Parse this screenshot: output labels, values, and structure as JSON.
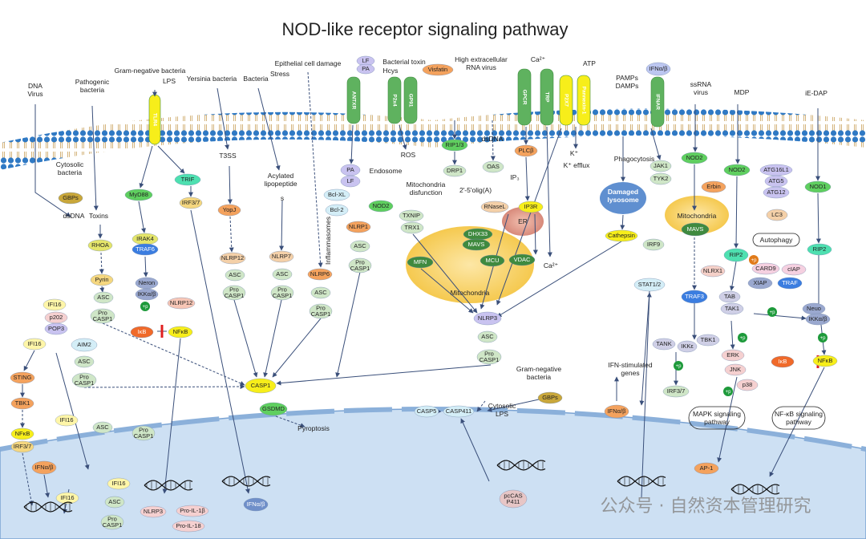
{
  "title": "NOD-like receptor signaling pathway",
  "watermark": "公众号 · 自然资本管理研究",
  "colors": {
    "membrane": "#2f79c4",
    "receptor_green": "#5fb25f",
    "yellow": "#f7ee1a",
    "orange": "#f4a25d",
    "mito": "#f9d36a",
    "nucleus": "#cde0f3",
    "inhibit": "#e02020"
  },
  "stimuli": {
    "dna_virus": "DNA\nVirus",
    "pathogenic_bacteria": "Pathogenic\nbacteria",
    "gram_neg": "Gram-negative bacteria",
    "lps": "LPS",
    "yersinia": "Yersinia bacteria",
    "bacteria": "Bacteria",
    "epithelial": "Epithelial cell damage",
    "stress": "Stress",
    "bacterial_toxin": "Bacterial toxin",
    "hcys": "Hcys",
    "high_rna": "High extracellular\nRNA virus",
    "ca": "Ca²⁺",
    "atp": "ATP",
    "pamps": "PAMPs\nDAMPs",
    "ssrna": "ssRNA\nvirus",
    "mdp": "MDP",
    "iedap": "iE-DAP",
    "cytosolic_bacteria": "Cytosolic\nbacteria",
    "gram_neg2": "Gram-negative\nbacteria",
    "cytosolic_lps": "Cytosolic\nLPS",
    "k_efflux": "K⁺ efflux",
    "k": "K⁺",
    "phagocytosis": "Phagocytosis",
    "ros": "ROS",
    "endosome": "Endosome",
    "mito_dys": "Mitochondria\ndisfunction",
    "dsdna": "dsDNA",
    "dsdna2": "dsDNA",
    "toxins": "Toxins",
    "t3ss": "T3SS",
    "acylated": "Acylated\nlipopeptide",
    "s": "s",
    "inflammasomes": "Inflammasomes",
    "oligo": "2'-5'olig(A)",
    "ip3": "IP₃",
    "pyroptosis": "Pyroptosis",
    "ifn_genes": "IFN-stimulated\ngenes",
    "mapk": "MAPK signaling\npathway",
    "nfkb_path": "NF-κB signaling\npathway",
    "autophagy": "Autophagy",
    "mitochondria": "Mitochondria",
    "mitochondria2": "Mitochondria",
    "er": "ER",
    "damaged_lysosome": "Damaged\nlysosome",
    "ca_mito": "Ca²⁺"
  },
  "receptors": [
    "TLR4",
    "ANTXR",
    "P2x4",
    "GP91",
    "GPCR",
    "TRP",
    "P2X7",
    "Pannexin-1",
    "IFNAR"
  ],
  "nodes": {
    "lf": "LF",
    "pa": "PA",
    "visfatin": "Visfatin",
    "ifnab_top": "IFNα/β",
    "gbps": "GBPs",
    "rhoa": "RHOA",
    "pyrin": "Pyrin",
    "asc1": "ASC",
    "procasp1a": "Pro\nCASP1",
    "myd88": "MyD88",
    "trif": "TRIF",
    "irak4": "IRAK4",
    "traf6": "TRAF6",
    "neron": "Neron",
    "ikkab": "IKKα/β",
    "nlrp12b": "NLRP12",
    "ikb": "IκB",
    "nfkb": "NFκB",
    "irf37": "IRF3/7",
    "yopj": "YopJ",
    "nlrp12": "NLRP12",
    "asc2": "ASC",
    "procasp1b": "Pro\nCASP1",
    "nlrp7": "NLRP7",
    "asc3": "ASC",
    "procasp1c": "Pro\nCASP1",
    "nlrp6": "NLRP6",
    "asc4": "ASC",
    "procasp1d": "Pro\nCASP1",
    "pa2": "PA",
    "lf2": "LF",
    "bclxl": "Bcl-XL",
    "bcl2": "Bcl-2",
    "nod2a": "NOD2",
    "nlrp1": "NLRP1",
    "asc5": "ASC",
    "procasp1e": "Pro\nCASP1",
    "txnip": "TXNIP",
    "trx1": "TRX1",
    "rip13": "RIP1/3",
    "drp1": "DRP1",
    "oas": "OAS",
    "rnasel": "RNaseL",
    "plcb": "PLCβ",
    "ip3r": "IP3R",
    "dhx33": "DHX33",
    "mavs": "MAVS",
    "mfn": "MFN",
    "mcu": "MCU",
    "vdac": "VDAC",
    "nlrp3": "NLRP3",
    "asc6": "ASC",
    "procasp1f": "Pro\nCASP1",
    "cathepsin": "Cathepsin",
    "jak1": "JAK1",
    "tyk2": "TYK2",
    "stat12": "STAT1/2",
    "irf9": "IRF9",
    "nod2b": "NOD2",
    "mavs2": "MAVS",
    "nlrx1": "NLRX1",
    "traf3": "TRAF3",
    "tank": "TANK",
    "ikke": "IKKε",
    "tbk1b": "TBK1",
    "irf37b": "IRF3/7",
    "nod2c": "NOD2",
    "erbin": "Erbin",
    "atg16l1": "ATG16L1",
    "atg5": "ATG5",
    "atg12": "ATG12",
    "lc3": "LC3",
    "nod1": "NOD1",
    "rip2a": "RIP2",
    "rip2b": "RIP2",
    "card9": "CARD9",
    "ciap": "cIAP",
    "xiap": "XIAP",
    "traf": "TRAF",
    "tab": "TAB",
    "tak1": "TAK1",
    "neuo": "Neuo",
    "ikkab2": "IKKα/β",
    "erk": "ERK",
    "jnk": "JNK",
    "p38": "p38",
    "ikb2": "IκB",
    "nfkb2": "NFκB",
    "ifi16a": "IFI16",
    "p202": "p202",
    "pop3": "POP3",
    "aim2": "AIM2",
    "asc7": "ASC",
    "procasp1g": "Pro\nCASP1",
    "ifi16b": "IFI16",
    "sting": "STING",
    "tbk1": "TBK1",
    "nfkb3": "NFκB",
    "irf37c": "IRF3/7",
    "casp1": "CASP1",
    "gsdmd": "GSDMD",
    "casp5": "CASP5",
    "casp411": "CASP411",
    "gbps2": "GBPs",
    "ifnab_n": "IFNα/β",
    "ifnab_n2": "IFNα/β",
    "ifnab_n3": "IFNα/β",
    "ifi16c": "IFI16",
    "asc8": "ASC",
    "procasp1h": "Pro\nCASP1",
    "ifi16d": "IFI16",
    "ifi16e": "IFI16",
    "asc9": "ASC",
    "procasp1i": "Pro\nCASP1",
    "nlrp3n": "NLRP3",
    "proil1b": "Pro-IL-1β",
    "proil18": "Pro-IL-18",
    "pocasp": "pcCAS\nP411",
    "ap1": "AP-1",
    "p": "+p"
  }
}
